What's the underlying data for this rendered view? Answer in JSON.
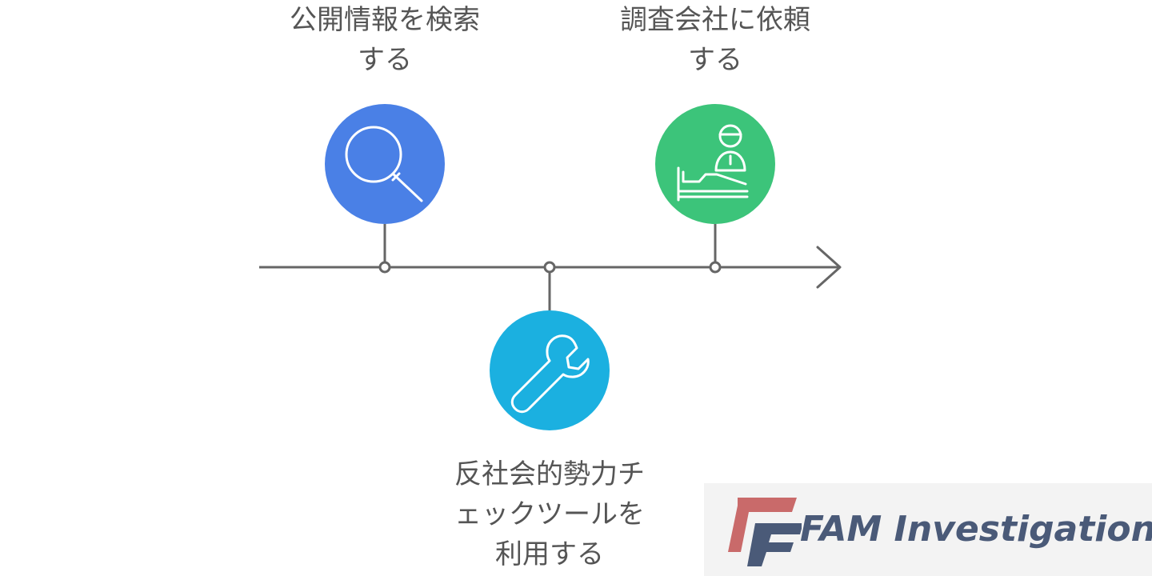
{
  "timeline": {
    "items": [
      {
        "label_line1": "公開情報を検索",
        "label_line2": "する",
        "icon": "magnifier-icon",
        "color": "#4a80e6"
      },
      {
        "label_line1": "反社会的勢力チ",
        "label_line2": "ェックツールを",
        "label_line3": "利用する",
        "icon": "wrench-icon",
        "color": "#1bb0e0"
      },
      {
        "label_line1": "調査会社に依頼",
        "label_line2": "する",
        "icon": "investigator-icon",
        "color": "#3cc47a"
      }
    ],
    "line_color": "#666666"
  },
  "logo": {
    "text": "FAM Investigation",
    "mark_color_top": "#c96a6a",
    "mark_color_bottom": "#4a5a78"
  }
}
